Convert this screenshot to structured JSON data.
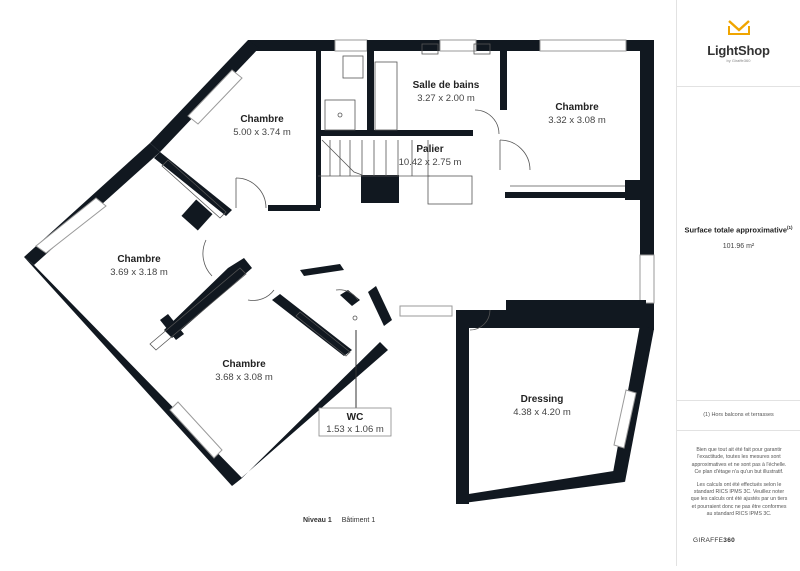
{
  "rooms": [
    {
      "name": "Chambre",
      "dims": "5.00 x 3.74 m"
    },
    {
      "name": "Salle de bains",
      "dims": "3.27 x 2.00 m"
    },
    {
      "name": "Chambre",
      "dims": "3.32 x 3.08 m"
    },
    {
      "name": "Palier",
      "dims": "10.42 x 2.75 m"
    },
    {
      "name": "Chambre",
      "dims": "3.69 x 3.18 m"
    },
    {
      "name": "Chambre",
      "dims": "3.68 x 3.08 m"
    },
    {
      "name": "Dressing",
      "dims": "4.38 x 4.20 m"
    },
    {
      "name": "WC",
      "dims": "1.53 x 1.06 m"
    }
  ],
  "level": {
    "label": "Niveau 1",
    "building": "Bâtiment 1"
  },
  "sidebar": {
    "logo_text": "LightShop",
    "logo_tagline": "by Giraffe360",
    "surface_label": "Surface totale approximative",
    "surface_note_marker": "(1)",
    "surface_value": "101.96 m²",
    "footnote": "(1) Hors balcons et terrasses",
    "disclaimer_1": "Bien que tout ait été fait pour garantir l'exactitude, toutes les mesures sont approximatives et ne sont pas à l'échelle. Ce plan d'étage n'a qu'un but illustratif.",
    "disclaimer_2": "Les calculs ont été effectués selon le standard RICS IPMS 3C. Veuillez noter que les calculs ont été ajustés par un tiers et pourraient donc ne pas être conformes au standard RICS IPMS 3C.",
    "brand_a": "GIRAFFE",
    "brand_b": "360"
  },
  "colors": {
    "wall": "#111820",
    "accent": "#f0a500",
    "thin_line": "#555555",
    "window": "#9a9a9a"
  }
}
